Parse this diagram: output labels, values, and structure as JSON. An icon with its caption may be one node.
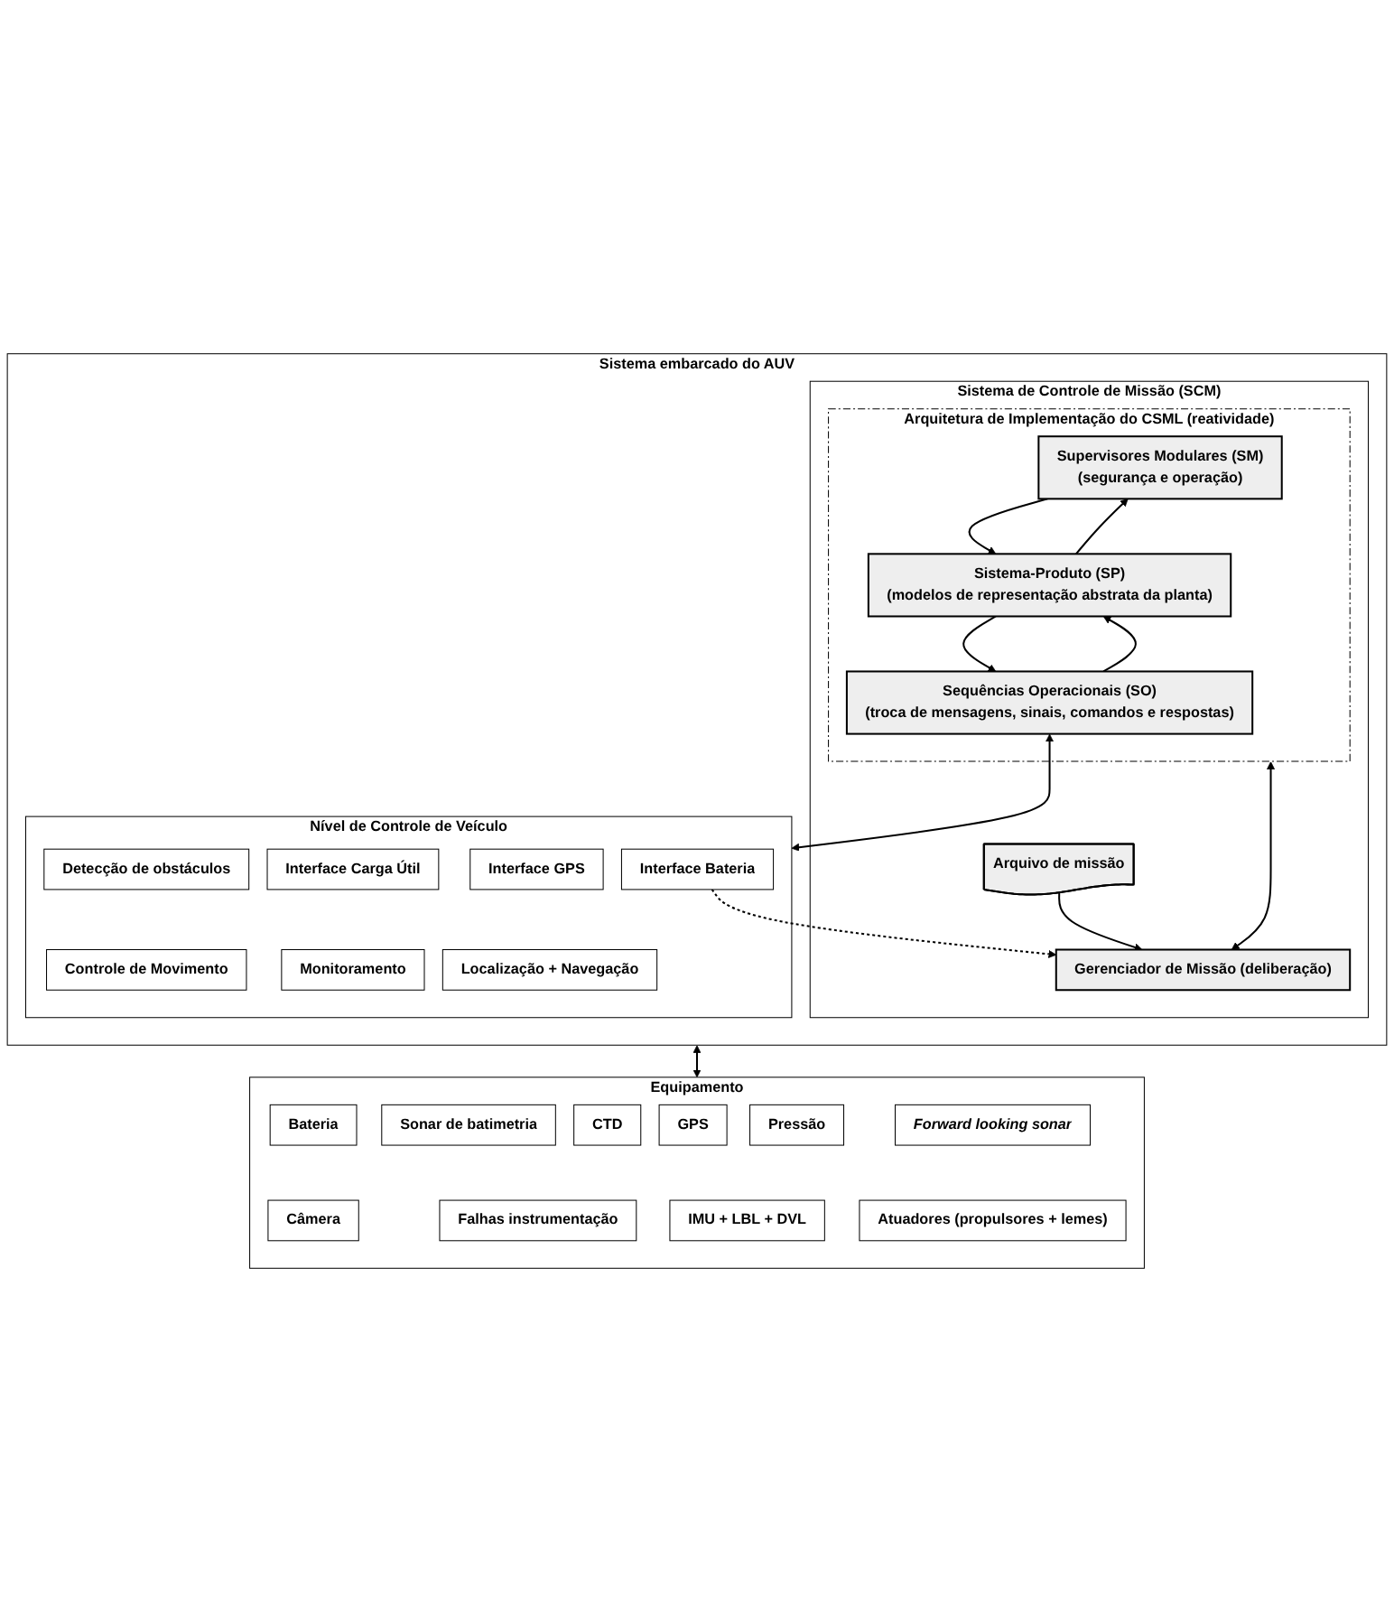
{
  "diagram": {
    "nodes": [
      {
        "text": [
          "Sistema embarcado do AUV"
        ]
      },
      {
        "text": [
          "Sistema de Controle de Missão (SCM)"
        ],
        "in": 0
      },
      {
        "text": [
          "Arquitetura de Implementação do CSML (reatividade)"
        ],
        "in": 1
      },
      {
        "text": [
          "Supervisores Modulares (SM)",
          "(segurança e operação)"
        ],
        "in": 2
      },
      {
        "text": [
          "Sistema-Produto (SP)",
          "(modelos de representação abstrata da planta)"
        ],
        "in": 2
      },
      {
        "text": [
          "Sequências Operacionais (SO)",
          "(troca de mensagens, sinais, comandos e respostas)"
        ],
        "in": 2
      },
      {
        "text": [
          "Arquivo de missão"
        ],
        "in": 1
      },
      {
        "text": [
          "Gerenciador de Missão (deliberação)"
        ],
        "in": 1
      },
      {
        "text": [
          "Nível de Controle de Veículo"
        ],
        "in": 0
      },
      {
        "text": [
          "Detecção de obstáculos"
        ],
        "in": 8
      },
      {
        "text": [
          "Interface Carga Útil"
        ],
        "in": 8
      },
      {
        "text": [
          "Interface GPS"
        ],
        "in": 8
      },
      {
        "text": [
          "Interface Bateria"
        ],
        "in": 8
      },
      {
        "text": [
          "Controle de Movimento"
        ],
        "in": 8
      },
      {
        "text": [
          "Monitoramento"
        ],
        "in": 8
      },
      {
        "text": [
          "Localização + Navegação"
        ],
        "in": 8
      },
      {
        "text": [
          "Equipamento"
        ]
      },
      {
        "text": [
          "Bateria"
        ],
        "in": 16
      },
      {
        "text": [
          "CTD"
        ],
        "in": 16
      },
      {
        "text": [
          "Sonar de batimetria"
        ],
        "in": 16
      },
      {
        "text": [
          "GPS"
        ],
        "in": 16
      },
      {
        "text": [
          "Pressão"
        ],
        "in": 16
      },
      {
        "text": [
          "Forward looking sonar"
        ],
        "in": 16
      },
      {
        "text": [
          "Câmera"
        ],
        "in": 16
      },
      {
        "text": [
          "Falhas instrumentação"
        ],
        "in": 16
      },
      {
        "text": [
          "IMU + LBL + DVL"
        ],
        "in": 16
      },
      {
        "text": [
          "Atuadores (propulsores + lemes)"
        ],
        "in": 16
      }
    ],
    "edges": [
      {
        "from": 3,
        "to": 4,
        "arrow": "to"
      },
      {
        "from": 4,
        "to": 3,
        "arrow": "to"
      },
      {
        "from": 4,
        "to": 5,
        "arrow": "to"
      },
      {
        "from": 5,
        "to": 4,
        "arrow": "to"
      },
      {
        "from": 6,
        "to": 7,
        "arrow": "to"
      },
      {
        "from": 2,
        "to": 7,
        "arrow": "both"
      },
      {
        "from": 5,
        "to": 8,
        "arrow": "both"
      },
      {
        "from": 12,
        "to": 7,
        "arrow": "to",
        "style": "dashed"
      },
      {
        "from": 0,
        "to": 16,
        "arrow": "both"
      }
    ]
  }
}
